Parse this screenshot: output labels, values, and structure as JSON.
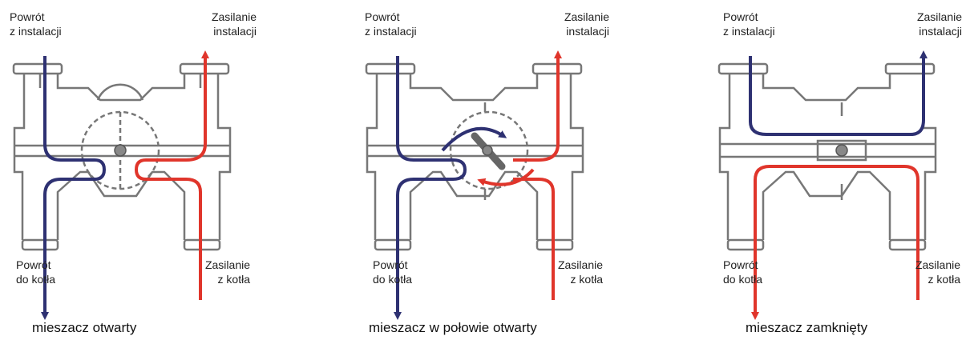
{
  "colors": {
    "return_line": "#2e3172",
    "supply_line": "#e0352b",
    "valve_outline": "#777777"
  },
  "panels": [
    {
      "labels": {
        "top_left": "Powrót\nz instalacji",
        "top_right": "Zasilanie\ninstalacji",
        "bottom_left": "Powrót\ndo kotła",
        "bottom_right": "Zasilanie\nz kotła"
      },
      "caption": "mieszacz otwarty"
    },
    {
      "labels": {
        "top_left": "Powrót\nz instalacji",
        "top_right": "Zasilanie\ninstalacji",
        "bottom_left": "Powrót\ndo kotła",
        "bottom_right": "Zasilanie\nz kotła"
      },
      "caption": "mieszacz w połowie otwarty"
    },
    {
      "labels": {
        "top_left": "Powrót\nz instalacji",
        "top_right": "Zasilanie\ninstalacji",
        "bottom_left": "Powrót\ndo kotła",
        "bottom_right": "Zasilanie\nz kotła"
      },
      "caption": "mieszacz zamknięty"
    }
  ]
}
